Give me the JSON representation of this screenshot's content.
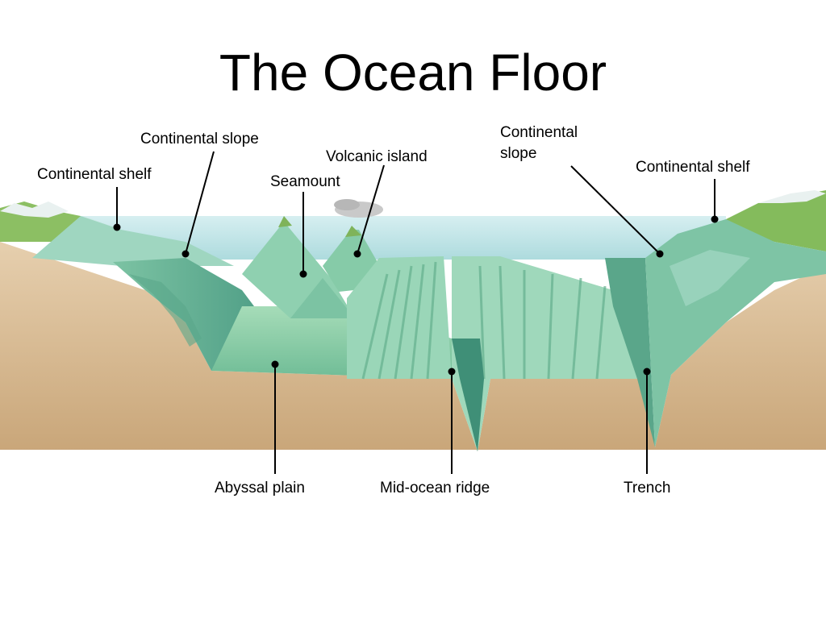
{
  "title": "The Ocean Floor",
  "labels": {
    "continental_shelf_left": "Continental shelf",
    "continental_slope_left": "Continental slope",
    "seamount": "Seamount",
    "volcanic_island": "Volcanic island",
    "continental_slope_right_line1": "Continental",
    "continental_slope_right_line2": "slope",
    "continental_shelf_right": "Continental shelf",
    "abyssal_plain": "Abyssal plain",
    "mid_ocean_ridge": "Mid-ocean ridge",
    "trench": "Trench"
  },
  "colors": {
    "water": "#b9e0e3",
    "water_surface": "#d7eff0",
    "seafloor_green": "#8fcfa8",
    "seafloor_dark": "#5ea98a",
    "sediment": "#ddc39d",
    "sediment_dark": "#caa77b",
    "land_green": "#7fb35a"
  }
}
